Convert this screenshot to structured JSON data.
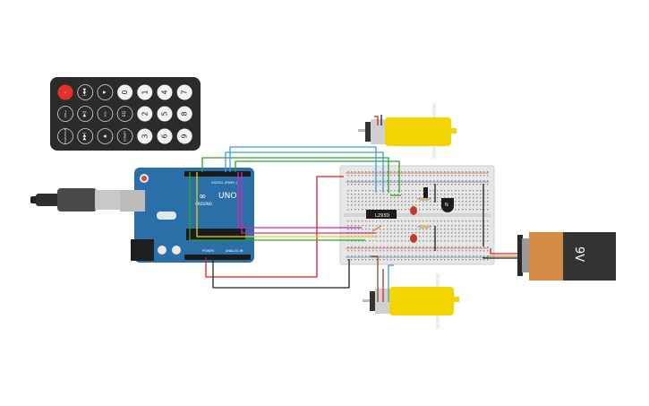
{
  "remote": {
    "buttons": [
      [
        "POWER",
        "VOL+",
        "FUNC/STOP"
      ],
      [
        "|◀◀",
        "▶||",
        "▶▶|"
      ],
      [
        "▼",
        "VOL-",
        "▲"
      ],
      [
        "0",
        "EQ",
        "ST/REPT"
      ],
      [
        "1",
        "2",
        "3"
      ],
      [
        "4",
        "5",
        "6"
      ],
      [
        "7",
        "8",
        "9"
      ]
    ]
  },
  "arduino": {
    "brand": "ARDUINO",
    "model": "UNO",
    "digital_label": "DIGITAL (PWM~)",
    "power_label": "POWER",
    "analog_label": "ANALOG IN"
  },
  "chip": {
    "label": "L293D"
  },
  "transistor": {
    "label": "N"
  },
  "battery": {
    "label": "9V"
  },
  "colors": {
    "board": "#2a6fa8",
    "breadboard": "#e8e8e8",
    "motor": "#f2d400",
    "battery_body": "#333333",
    "battery_top": "#d58b43",
    "led": "#c0392b",
    "wire_red": "#d62020",
    "wire_black": "#222222",
    "wire_green": "#2aa52a",
    "wire_blue": "#3aa0d8",
    "wire_magenta": "#cc2aa8",
    "wire_yellow": "#e8d200",
    "wire_orange": "#e08020",
    "wire_brown": "#8a4a2a"
  }
}
